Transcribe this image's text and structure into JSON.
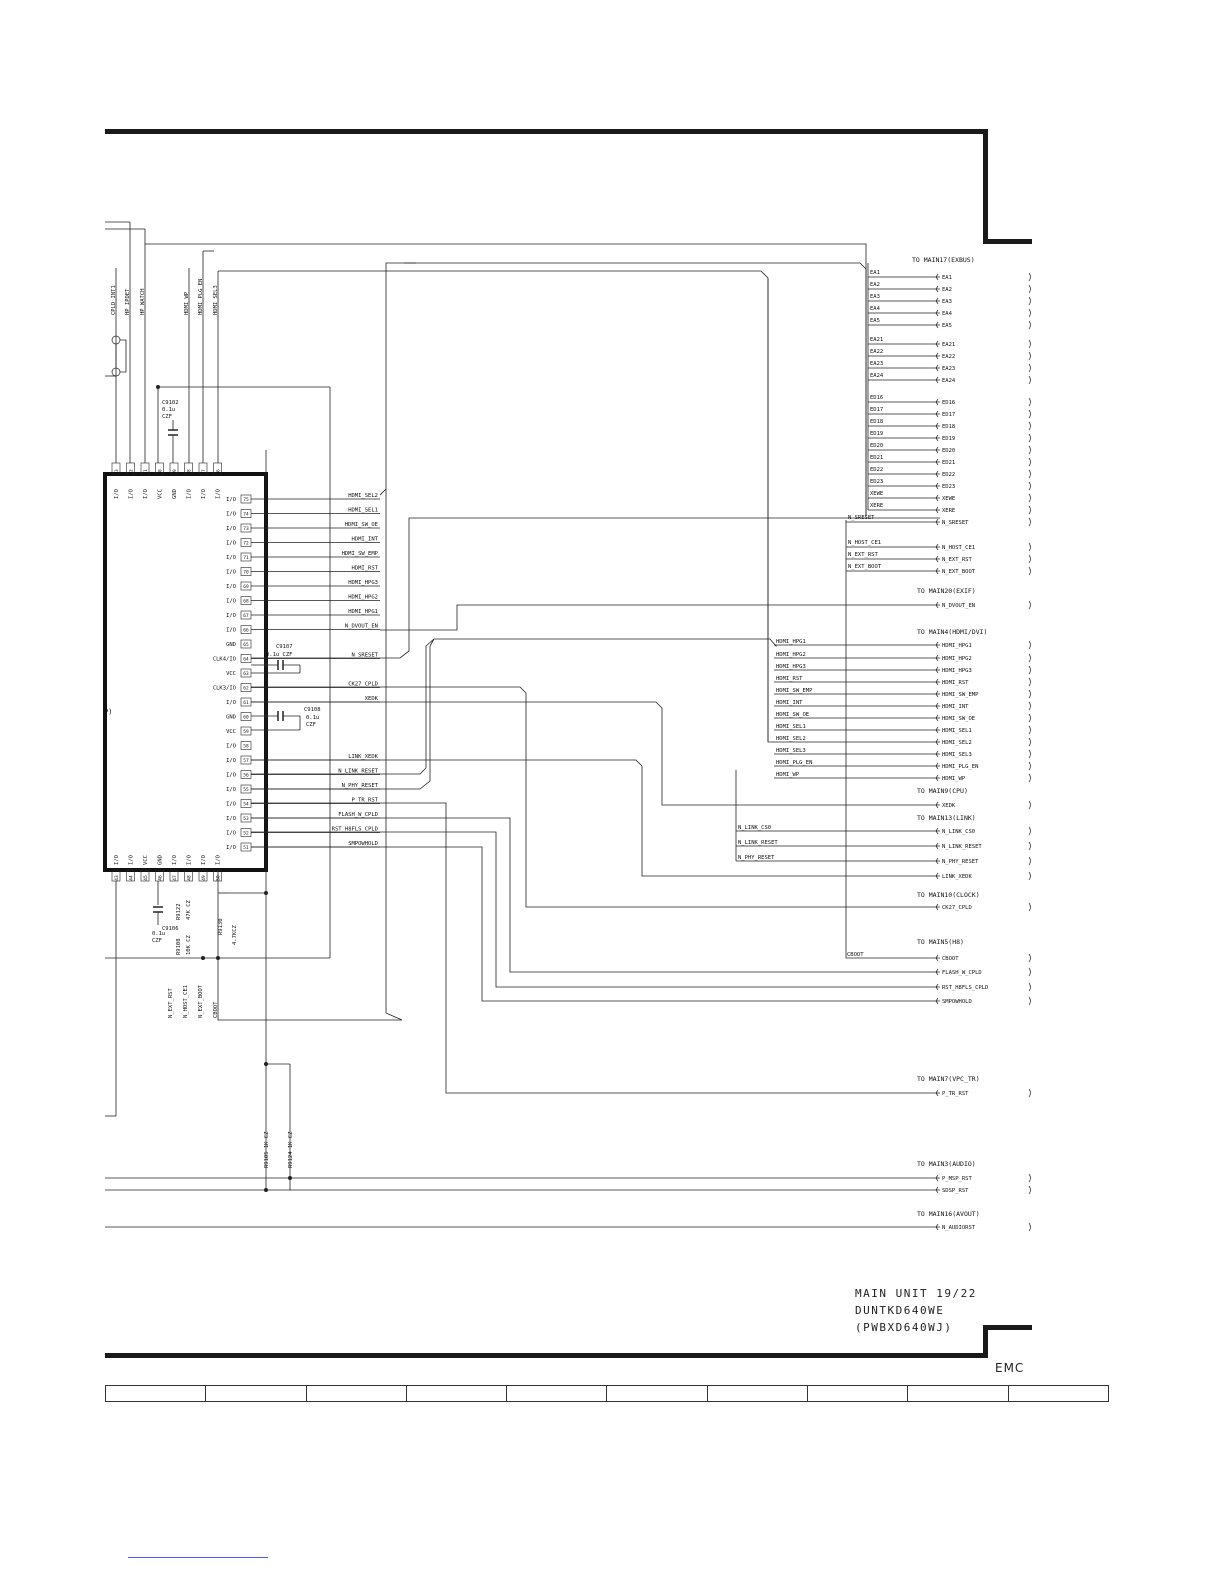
{
  "page": {
    "title_block": {
      "line1": "MAIN UNIT 19/22",
      "line2": "DUNTKD640WE",
      "line3": "(PWBXD640WJ)"
    },
    "corner_label": "EMC"
  },
  "connectors": {
    "exbus": {
      "heading": "TO MAIN17(EXBUS)",
      "signals": [
        "EA1",
        "EA2",
        "EA3",
        "EA4",
        "EA5",
        "EA21",
        "EA22",
        "EA23",
        "EA24",
        "ED16",
        "ED17",
        "ED18",
        "ED19",
        "ED20",
        "ED21",
        "ED22",
        "ED23",
        "XEWE",
        "XERE",
        "N_SRESET",
        "N_HOST_CE1",
        "N_EXT_RST",
        "N_EXT_BOOT"
      ]
    },
    "exif": {
      "heading": "TO MAIN20(EXIF)",
      "signals": [
        "N_DVOUT_EN"
      ]
    },
    "hdmi": {
      "heading": "TO MAIN4(HDMI/DVI)",
      "signals": [
        "HDMI_HPG1",
        "HDMI_HPG2",
        "HDMI_HPG3",
        "HDMI_RST",
        "HDMI_SW_EMP",
        "HDMI_INT",
        "HDMI_SW_OE",
        "HDMI_SEL1",
        "HDMI_SEL2",
        "HDMI_SEL3",
        "HDMI_PLG_EN",
        "HDMI_WP"
      ]
    },
    "cpu": {
      "heading": "TO MAIN9(CPU)",
      "signals": [
        "XEDK"
      ]
    },
    "link": {
      "heading": "TO MAIN13(LINK)",
      "signals": [
        "N_LINK_CS0",
        "N_LINK_RESET",
        "N_PHY_RESET",
        "LINK_XEDK"
      ]
    },
    "clock": {
      "heading": "TO MAIN10(CLOCK)",
      "signals": [
        "CK27_CPLD"
      ]
    },
    "h8": {
      "heading": "TO MAIN5(H8)",
      "signals": [
        "CBOOT",
        "FLASH_W_CPLD",
        "RST_H8FLS_CPLD",
        "SMPOWHOLD"
      ]
    },
    "vpc": {
      "heading": "TO MAIN7(VPC_TR)",
      "signals": [
        "P_TR_RST"
      ]
    },
    "audio": {
      "heading": "TO MAIN3(AUDIO)",
      "signals": [
        "P_MSP_RST",
        "SDSP_RST"
      ]
    },
    "avout": {
      "heading": "TO MAIN16(AVOUT)",
      "signals": [
        "N_AUDIORST"
      ]
    }
  },
  "chip": {
    "right_pins": [
      {
        "name": "I/O",
        "pin": "75",
        "net": "HDMI_SEL2"
      },
      {
        "name": "I/O",
        "pin": "74",
        "net": "HDMI_SEL1"
      },
      {
        "name": "I/O",
        "pin": "73",
        "net": "HDMI_SW_OE"
      },
      {
        "name": "I/O",
        "pin": "72",
        "net": "HDMI_INT"
      },
      {
        "name": "I/O",
        "pin": "71",
        "net": "HDMI_SW_EMP"
      },
      {
        "name": "I/O",
        "pin": "70",
        "net": "HDMI_RST"
      },
      {
        "name": "I/O",
        "pin": "69",
        "net": "HDMI_HPG3"
      },
      {
        "name": "I/O",
        "pin": "68",
        "net": "HDMI_HPG2"
      },
      {
        "name": "I/O",
        "pin": "67",
        "net": "HDMI_HPG1"
      },
      {
        "name": "I/O",
        "pin": "66",
        "net": "N_DVOUT_EN"
      },
      {
        "name": "GND",
        "pin": "65",
        "net": ""
      },
      {
        "name": "CLK4/IO",
        "pin": "64",
        "net": "N_SRESET"
      },
      {
        "name": "VCC",
        "pin": "63",
        "net": ""
      },
      {
        "name": "CLK3/IO",
        "pin": "62",
        "net": "CK27_CPLD"
      },
      {
        "name": "I/O",
        "pin": "61",
        "net": "XEDK"
      },
      {
        "name": "GND",
        "pin": "60",
        "net": ""
      },
      {
        "name": "VCC",
        "pin": "59",
        "net": ""
      },
      {
        "name": "I/O",
        "pin": "58",
        "net": ""
      },
      {
        "name": "I/O",
        "pin": "57",
        "net": "LINK_XEDK"
      },
      {
        "name": "I/O",
        "pin": "56",
        "net": "N_LINK_RESET"
      },
      {
        "name": "I/O",
        "pin": "55",
        "net": "N_PHY_RESET"
      },
      {
        "name": "I/O",
        "pin": "54",
        "net": "P_TR_RST"
      },
      {
        "name": "I/O",
        "pin": "53",
        "net": "FLASH_W_CPLD"
      },
      {
        "name": "I/O",
        "pin": "52",
        "net": "RST_H8FLS_CPLD"
      },
      {
        "name": "I/O",
        "pin": "51",
        "net": "SMPOWHOLD"
      }
    ],
    "top_pins": [
      {
        "name": "I/O",
        "pin": "83"
      },
      {
        "name": "I/O",
        "pin": "82"
      },
      {
        "name": "I/O",
        "pin": "81"
      },
      {
        "name": "VCC",
        "pin": "80"
      },
      {
        "name": "GND",
        "pin": "79"
      },
      {
        "name": "I/O",
        "pin": "78"
      },
      {
        "name": "I/O",
        "pin": "77"
      },
      {
        "name": "I/O",
        "pin": "76"
      }
    ],
    "bottom_pins": [
      {
        "name": "I/O",
        "pin": "43"
      },
      {
        "name": "I/O",
        "pin": "44"
      },
      {
        "name": "VCC",
        "pin": "45"
      },
      {
        "name": "GND",
        "pin": "46"
      },
      {
        "name": "I/O",
        "pin": "47"
      },
      {
        "name": "I/O",
        "pin": "48"
      },
      {
        "name": "I/O",
        "pin": "49"
      },
      {
        "name": "I/O",
        "pin": "50"
      }
    ],
    "left_edge_label": "P)"
  },
  "top_vertical_nets": [
    "CPLD_INT1",
    "HP_IPDET",
    "HP_WATCH",
    "HDMI_WP",
    "HDMI_PLG_EN",
    "HDMI_SEL3"
  ],
  "bottom_vertical_nets": [
    "N_EXT_RST",
    "N_HOST_CE1",
    "N_EXT_BOOT",
    "CBOOT"
  ],
  "components": {
    "c9102": [
      "C9102",
      "0.1u",
      "CZF"
    ],
    "c9107": [
      "C9107",
      "0.1u CZF"
    ],
    "c9108": [
      "C9108",
      "0.1u",
      "CZF"
    ],
    "c9106": [
      "C9106",
      "0.1u",
      "CZF"
    ],
    "r9122": [
      "R9122",
      "47K CZ"
    ],
    "r9108": [
      "R9108",
      "10K CZ"
    ],
    "r9130": [
      "R9130",
      "4.7KCZ"
    ],
    "r9105": [
      "R9105 1K CZ"
    ],
    "r9124": [
      "R9124 1K CZ"
    ]
  }
}
